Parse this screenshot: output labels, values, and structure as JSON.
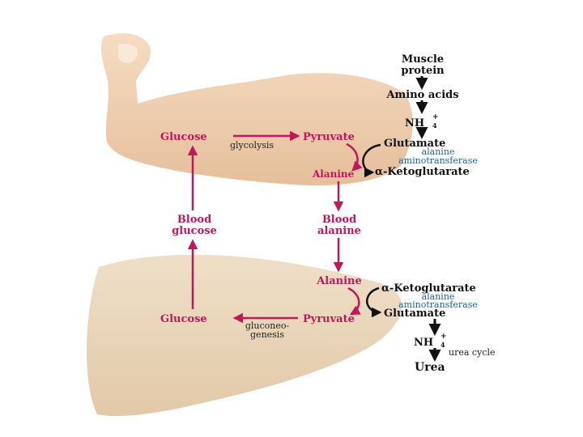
{
  "diagram": {
    "muscle": {
      "muscle_protein": [
        "Muscle",
        "protein"
      ],
      "amino_acids": "Amino acids",
      "nh4": "NH",
      "nh4_charge": "+",
      "nh4_sub": "4",
      "glutamate": "Glutamate",
      "enzyme": [
        "alanine",
        "aminotransferase"
      ],
      "alpha_kg": "α-Ketoglutarate",
      "glucose": "Glucose",
      "pyruvate": "Pyruvate",
      "glycolysis": "glycolysis",
      "alanine": "Alanine"
    },
    "blood": {
      "glucose": [
        "Blood",
        "glucose"
      ],
      "alanine": [
        "Blood",
        "alanine"
      ]
    },
    "liver": {
      "alanine": "Alanine",
      "alpha_kg": "α-Ketoglutarate",
      "enzyme": [
        "alanine",
        "aminotransferase"
      ],
      "glutamate": "Glutamate",
      "glucose": "Glucose",
      "pyruvate": "Pyruvate",
      "gluconeogenesis": [
        "gluconeo-",
        "genesis"
      ],
      "nh4": "NH",
      "nh4_charge": "+",
      "nh4_sub": "4",
      "urea_cycle": "urea cycle",
      "urea": "Urea"
    },
    "colors": {
      "magenta": "#c2185b",
      "enzyme_blue": "#1f63a8",
      "skin": "#efcfae",
      "liver": "#e9d4b7"
    }
  }
}
